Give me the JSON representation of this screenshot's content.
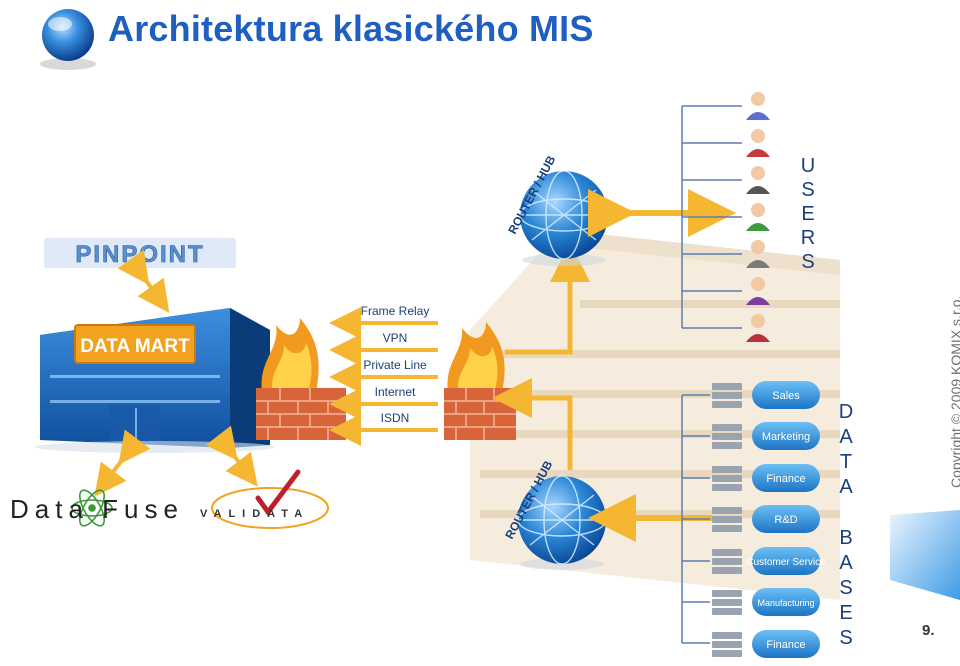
{
  "slide": {
    "title": "Architektura klasického MIS",
    "copyright": "Copyright © 2009 KOMIX s.r.o.",
    "page_number": "9."
  },
  "diagram": {
    "pinpoint_logo": "PINPOINT",
    "datamart_sign": "DATA MART",
    "datafuse_logo": "Data Fuse",
    "validata_logo": "VALIDATA",
    "router_top_label": "ROUTER / HUB",
    "router_bottom_label": "ROUTER / HUB",
    "connections": [
      "Frame Relay",
      "VPN",
      "Private Line",
      "Internet",
      "ISDN"
    ],
    "users_label": [
      "U",
      "S",
      "E",
      "R",
      "S"
    ],
    "databases_label_1": [
      "D",
      "A",
      "T",
      "A"
    ],
    "databases_label_2": [
      "B",
      "A",
      "S",
      "E",
      "S"
    ],
    "databases": [
      "Sales",
      "Marketing",
      "Finance",
      "R&D",
      "Customer Service",
      "Manufacturing",
      "Finance"
    ],
    "colors": {
      "title": "#1f5fc1",
      "building": "#1f6fc9",
      "sign": "#f2a21e",
      "arrow": "#f5b731",
      "firewall": "#d8643a",
      "globe": "#2a86d6",
      "db_pill": "#2b8fd8"
    }
  }
}
